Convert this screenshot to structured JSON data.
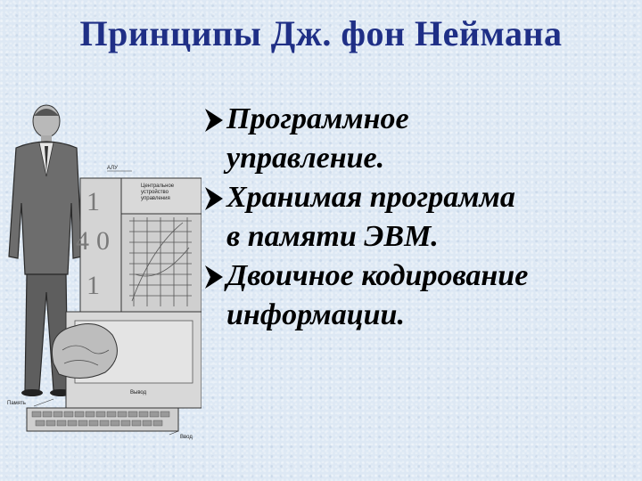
{
  "title": "Принципы Дж. фон Неймана",
  "bullets": [
    {
      "line1": "Программное",
      "line2": "управление."
    },
    {
      "line1": "Хранимая программа",
      "line2": "в памяти ЭВМ."
    },
    {
      "line1": "Двоичное кодирование",
      "line2": "информации."
    }
  ],
  "illustration": {
    "labels": {
      "alu": "АЛУ",
      "control_line1": "Центральное",
      "control_line2": "устройство",
      "control_line3": "управления",
      "input": "Ввод",
      "memory": "Память",
      "output": "Вывод"
    },
    "digits": [
      "1",
      "4",
      "0",
      "1"
    ]
  },
  "bullet_icon": "arrow-bullet-icon",
  "colors": {
    "title": "#1f2f86",
    "background": "#dde8f4",
    "text": "#000000"
  }
}
